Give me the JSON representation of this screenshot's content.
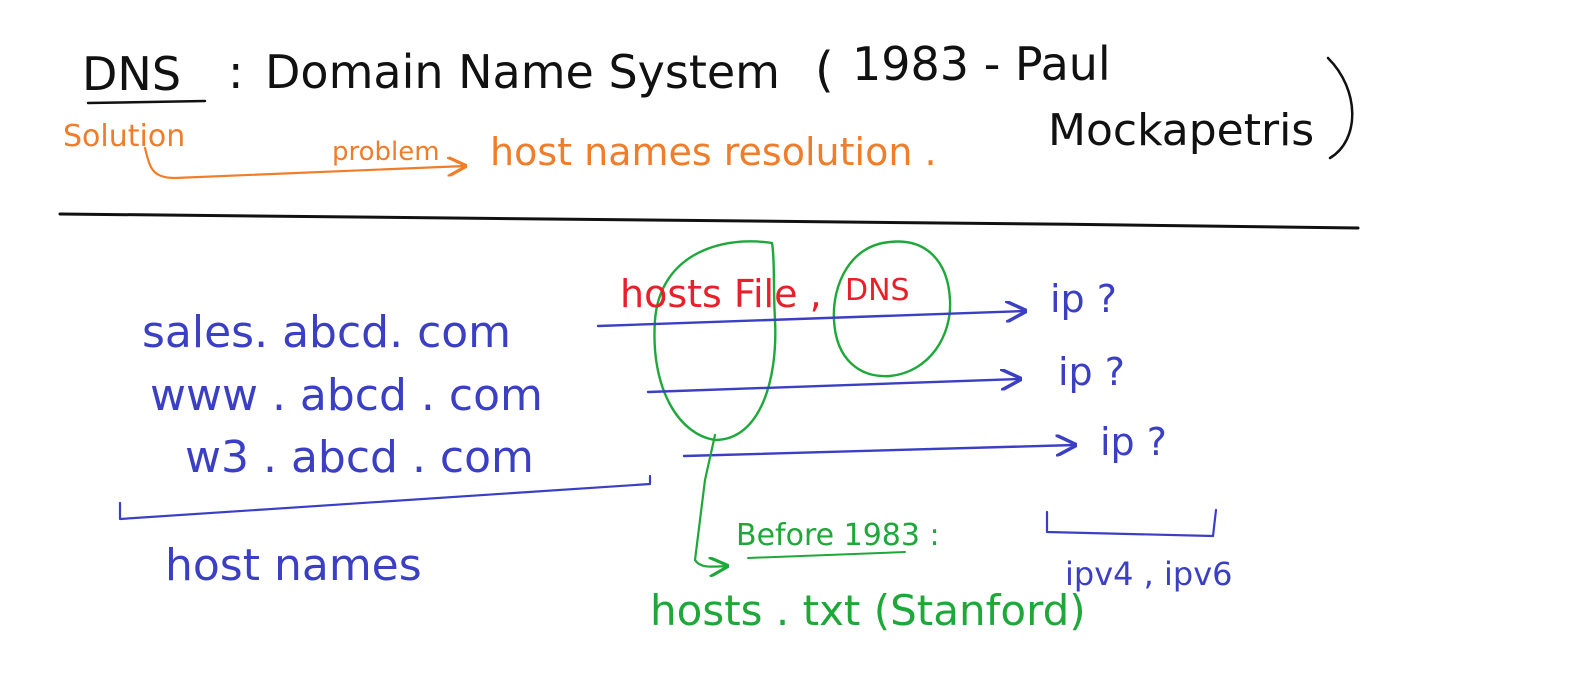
{
  "heading": {
    "dns": "DNS",
    "colon": ":",
    "full_name": "Domain Name System",
    "paren_open": "(",
    "year_author_line1": "1983 - Paul",
    "year_author_line2": "Mockapetris",
    "paren_close": ")"
  },
  "annotation": {
    "solution": "Solution",
    "problem": "problem",
    "problem_statement": "host names resolution ."
  },
  "resolvers": {
    "methods": "hosts File ,",
    "dns": "DNS"
  },
  "hosts": [
    {
      "name": "sales. abcd. com",
      "target": "ip ?"
    },
    {
      "name": "www . abcd . com",
      "target": "ip ?"
    },
    {
      "name": "w3 . abcd . com",
      "target": "ip ?"
    }
  ],
  "host_names_label": "host names",
  "ip_versions": "ipv4 , ipv6",
  "history": {
    "before": "Before 1983 :",
    "file": "hosts . txt (Stanford)"
  },
  "colors": {
    "ink": "#111111",
    "orange": "#f07d2a",
    "red": "#e8202a",
    "blue": "#3b3fc4",
    "green": "#1fa83a"
  }
}
